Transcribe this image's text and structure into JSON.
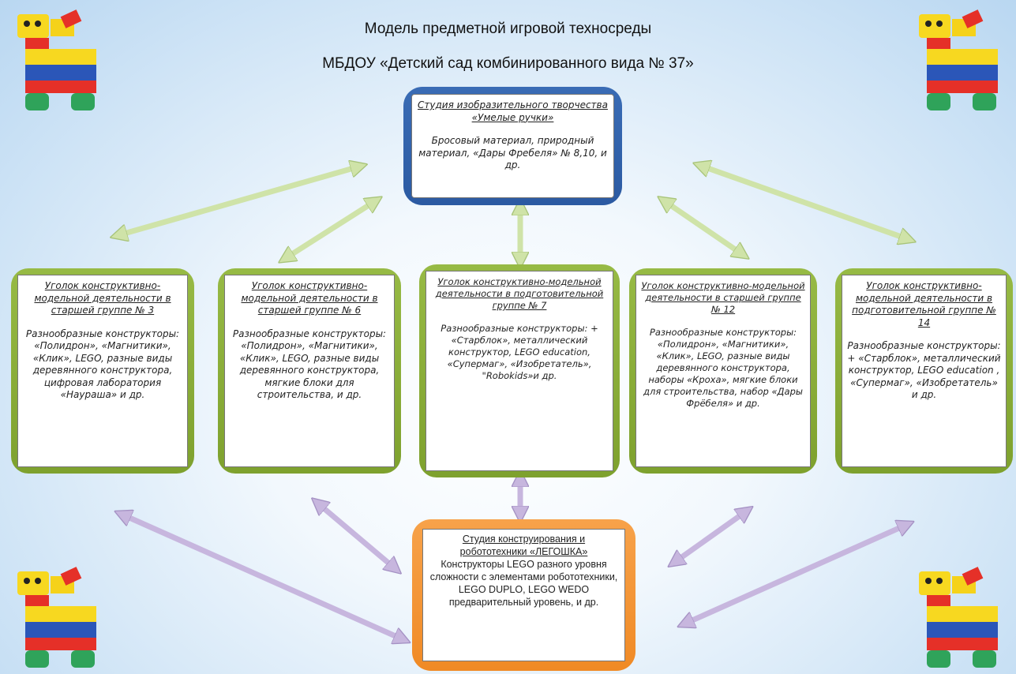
{
  "title_line1": "Модель предметной игровой техносреды",
  "title_line2": "МБДОУ «Детский сад комбинированного вида № 37»",
  "studio_art": {
    "title": "Студия изобразительного творчества «Умелые ручки»",
    "body": "Бросовый материал, природный материал, «Дары Фребеля» № 8,10, и др."
  },
  "corners": [
    {
      "title": "Уголок конструктивно-модельной деятельности в старшей группе № 3",
      "body": "Разнообразные конструкторы: «Полидрон», «Магнитики», «Клик», LEGO, разные виды деревянного конструктора, цифровая лаборатория «Наураша» и др."
    },
    {
      "title": "Уголок конструктивно-модельной деятельности в старшей группе № 6",
      "body": "Разнообразные конструкторы: «Полидрон», «Магнитики», «Клик», LEGO, разные виды деревянного конструктора, мягкие блоки для строительства, и др."
    },
    {
      "title": "Уголок конструктивно-модельной деятельности в подготовительной группе № 7",
      "body": "Разнообразные конструкторы: + «Старблок», металлический конструктор, LEGO education, «Супермаг», «Изобретатель», \"Robokids»и др."
    },
    {
      "title": "Уголок конструктивно-модельной деятельности в старшей группе № 12",
      "body": "Разнообразные конструкторы: «Полидрон», «Магнитики», «Клик», LEGO, разные виды деревянного конструктора, наборы «Кроха», мягкие блоки для строительства, набор «Дары Фрёбеля» и др."
    },
    {
      "title": "Уголок конструктивно-модельной деятельности в подготовительной группе № 14",
      "body": "Разнообразные конструкторы: + «Старблок», металлический конструктор, LEGO education , «Супермаг», «Изобретатель» и др."
    }
  ],
  "studio_robo": {
    "title": "Студия конструирования и робототехники «ЛЕГОШКА»",
    "body": "Конструкторы LEGO разного уровня сложности с элементами робототехники, LEGO DUPLO, LEGO WEDO предварительный уровень, и др."
  },
  "colors": {
    "green_frame": "#8db03b",
    "blue_frame": "#2f60aa",
    "orange_frame": "#f29433",
    "green_arrow": "#cfe3a8",
    "purple_arrow": "#c7b6de"
  },
  "icons": {
    "corner_toy": "lego-camel-toy-icon"
  }
}
